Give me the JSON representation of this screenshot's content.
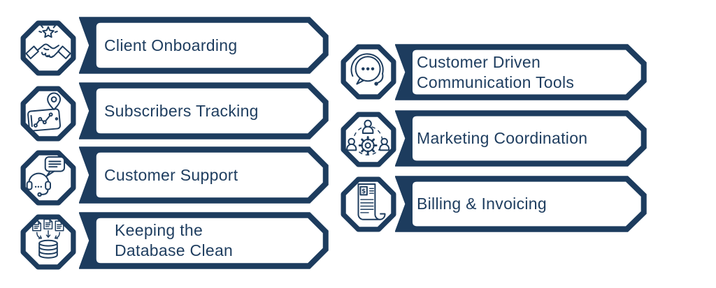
{
  "page": {
    "background": "#ffffff",
    "accent": "#1d3c5e",
    "text_color": "#1e3d5f"
  },
  "columns": {
    "left": {
      "items": [
        {
          "icon": "handshake-star-icon",
          "line1": "Client Onboarding",
          "line2": ""
        },
        {
          "icon": "subscriber-tracking-icon",
          "line1": "Subscribers Tracking",
          "line2": ""
        },
        {
          "icon": "customer-support-icon",
          "line1": "Customer Support",
          "line2": ""
        },
        {
          "icon": "database-clean-icon",
          "line1": "Keeping the",
          "line2": "Database Clean"
        }
      ]
    },
    "right": {
      "items": [
        {
          "icon": "communication-tools-icon",
          "line1": "Customer Driven",
          "line2": "Communication Tools"
        },
        {
          "icon": "marketing-coordination-icon",
          "line1": "Marketing Coordination",
          "line2": ""
        },
        {
          "icon": "billing-invoicing-icon",
          "line1": "Billing & Invoicing",
          "line2": ""
        }
      ]
    }
  }
}
